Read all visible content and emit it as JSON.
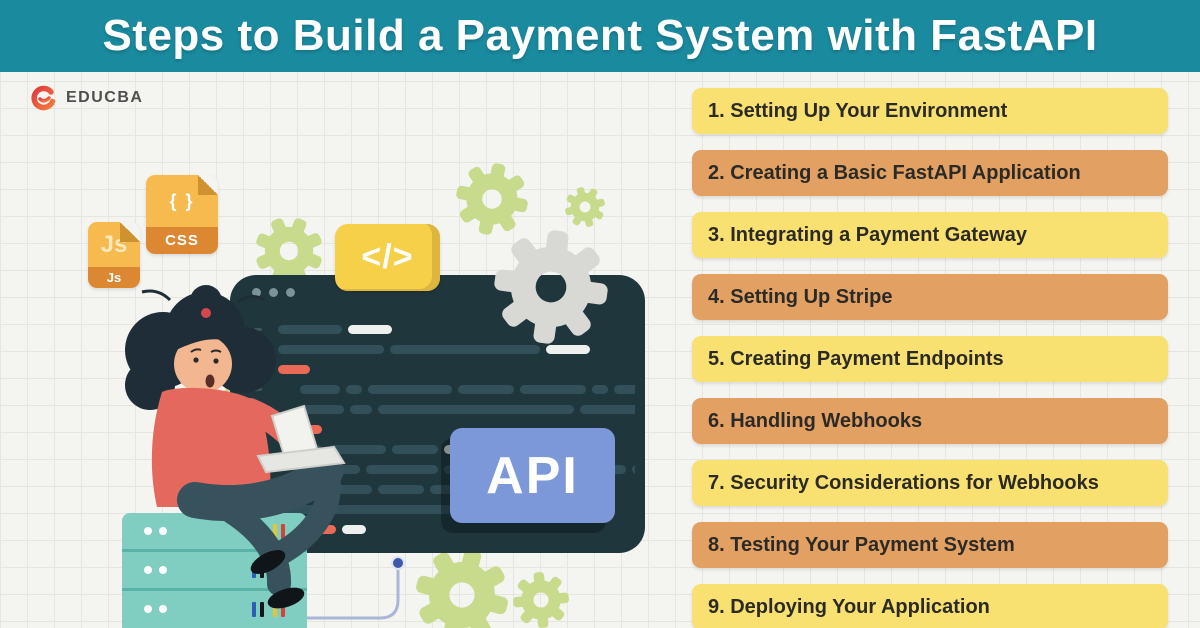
{
  "header": {
    "title": "Steps to Build a Payment System with FastAPI"
  },
  "logo": {
    "brand": "EDUCBA",
    "icon": "educba-swirl-icon"
  },
  "steps": [
    {
      "label": "1. Setting Up Your Environment",
      "color": "#f8e170"
    },
    {
      "label": "2. Creating a Basic FastAPI Application",
      "color": "#e2a163"
    },
    {
      "label": "3. Integrating a Payment Gateway",
      "color": "#f8e170"
    },
    {
      "label": "4. Setting Up Stripe",
      "color": "#e2a163"
    },
    {
      "label": "5. Creating Payment Endpoints",
      "color": "#f8e170"
    },
    {
      "label": "6. Handling Webhooks",
      "color": "#e2a163"
    },
    {
      "label": "7. Security Considerations for Webhooks",
      "color": "#f8e170"
    },
    {
      "label": "8. Testing Your Payment System",
      "color": "#e2a163"
    },
    {
      "label": "9. Deploying Your Application",
      "color": "#f8e170"
    }
  ],
  "illustration": {
    "api_button_label": "API",
    "code_badge_label": "</>",
    "files": [
      {
        "body": "Js",
        "band": "Js"
      },
      {
        "body": "{ }",
        "band": "CSS"
      }
    ],
    "window_dots": 3,
    "gutter_dashes": 11,
    "code_lines": [
      {
        "ind": 0,
        "bars": [
          [
            64,
            "m"
          ],
          [
            44,
            "w"
          ]
        ]
      },
      {
        "ind": 0,
        "bars": [
          [
            106,
            "m"
          ],
          [
            150,
            "m"
          ],
          [
            44,
            "w"
          ]
        ]
      },
      {
        "ind": 0,
        "bars": [
          [
            32,
            "r"
          ]
        ]
      },
      {
        "ind": 22,
        "bars": [
          [
            40,
            "m"
          ],
          [
            16,
            "m"
          ],
          [
            84,
            "m"
          ],
          [
            56,
            "m"
          ],
          [
            66,
            "m"
          ],
          [
            16,
            "m"
          ],
          [
            58,
            "m"
          ]
        ]
      },
      {
        "ind": 22,
        "bars": [
          [
            44,
            "m"
          ],
          [
            22,
            "m"
          ],
          [
            196,
            "m"
          ],
          [
            64,
            "m"
          ]
        ]
      },
      {
        "ind": 0,
        "bars": [
          [
            44,
            "r"
          ]
        ]
      },
      {
        "ind": 22,
        "bars": [
          [
            22,
            "m"
          ],
          [
            58,
            "m"
          ],
          [
            46,
            "m"
          ],
          [
            44,
            "w"
          ]
        ]
      },
      {
        "ind": 22,
        "bars": [
          [
            60,
            "m"
          ],
          [
            72,
            "m"
          ],
          [
            182,
            "m"
          ],
          [
            34,
            "m"
          ]
        ]
      },
      {
        "ind": 0,
        "bars": [
          [
            94,
            "m"
          ],
          [
            46,
            "m"
          ],
          [
            132,
            "m"
          ]
        ]
      },
      {
        "ind": 0,
        "bars": [
          [
            42,
            "m"
          ],
          [
            126,
            "m"
          ],
          [
            46,
            "w"
          ]
        ]
      },
      {
        "ind": 0,
        "bars": [
          [
            58,
            "r"
          ],
          [
            24,
            "w"
          ]
        ]
      }
    ]
  },
  "colors": {
    "page_bg": "#f4f4f1",
    "grid_line": "#e6e6e1",
    "header_bg": "#1a8a9f",
    "step_text": "#2c2a26",
    "editor_bg": "#20363d",
    "bar_muted": "#32505a",
    "bar_red": "#ea6a56",
    "bar_light": "#eef0ee",
    "api_blue": "#7d98d9",
    "badge_yellow": "#f6d049",
    "gear_green": "#c8da8c",
    "gear_gray": "#d8d8d5",
    "server_teal": "#80cdc2",
    "file_yellow": "#f6ba4f",
    "file_orange": "#dc8833",
    "connector": "#a9b6d9",
    "dot_blue": "#4056ad",
    "skin": "#f2b691",
    "shirt_red": "#e4685d",
    "pants_teal": "#37525c",
    "hair_dark": "#1f2d38"
  }
}
